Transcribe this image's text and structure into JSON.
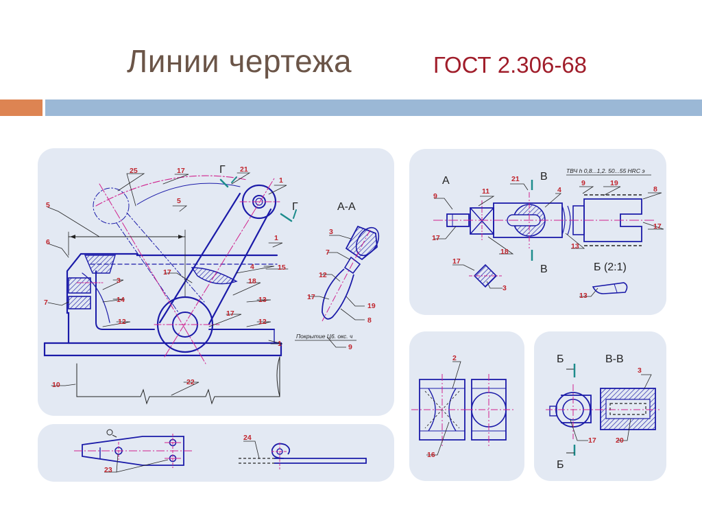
{
  "header": {
    "title": "Линии чертежа",
    "subtitle": "ГОСТ 2.306-68"
  },
  "colors": {
    "title": "#6b5548",
    "subtitle": "#a01d2a",
    "accent_orange": "#dd8452",
    "accent_blue": "#9bb8d6",
    "panel": "#e3e9f3",
    "contour": "#1a1aa8",
    "axis": "#d0208c",
    "leader_label": "#c0232b",
    "section_mark": "#1d8c8c"
  },
  "panel_main": {
    "labels": [
      "25",
      "17",
      "21",
      "1",
      "5",
      "5",
      "6",
      "1",
      "4",
      "15",
      "17",
      "18",
      "3",
      "14",
      "13",
      "7",
      "12",
      "17",
      "12",
      "1",
      "10",
      "22"
    ],
    "section_marks": [
      "Г",
      "Г"
    ]
  },
  "panel_section_aa": {
    "title": "А-А",
    "labels": [
      "3",
      "7",
      "12",
      "17",
      "19",
      "8",
      "9"
    ],
    "note": "Покрытие Ц6. окс. ч"
  },
  "panel_shaft": {
    "note": "ТВЧ h 0,8...1,2. 50...55 HRC э",
    "cyr_marks": [
      "А",
      "В",
      "В",
      "Б (2:1)"
    ],
    "labels": [
      "21",
      "9",
      "19",
      "8",
      "9",
      "11",
      "4",
      "17",
      "17",
      "18",
      "13",
      "17",
      "3",
      "13"
    ]
  },
  "panel_lever": {
    "labels": [
      "23"
    ]
  },
  "panel_strip": {
    "labels": [
      "24"
    ]
  },
  "panel_cross": {
    "labels": [
      "2",
      "16"
    ]
  },
  "panel_bb": {
    "cyr_marks": [
      "Б",
      "В-В",
      "Б"
    ],
    "labels": [
      "3",
      "17",
      "20"
    ]
  }
}
